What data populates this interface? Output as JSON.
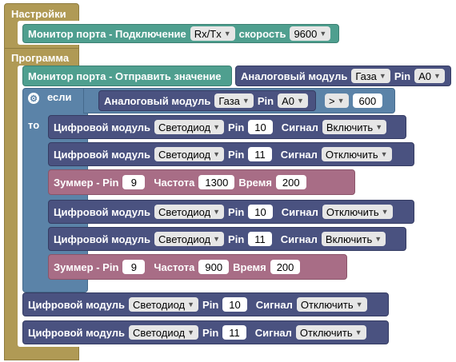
{
  "settings": {
    "label": "Настройки"
  },
  "serial_connect": {
    "label": "Монитор порта - Подключение",
    "port": "Rx/Tx",
    "speed_label": "скорость",
    "speed": "9600"
  },
  "program": {
    "label": "Программа"
  },
  "serial_send": {
    "label": "Монитор порта - Отправить значение",
    "module": "Аналоговый модуль",
    "type": "Газа",
    "pin_label": "Pin",
    "pin": "A0"
  },
  "if_block": {
    "if_label": "если",
    "then_label": "то",
    "module": "Аналоговый модуль",
    "type": "Газа",
    "pin_label": "Pin",
    "pin": "A0",
    "op": ">",
    "value": "600"
  },
  "blocks": [
    {
      "module": "Цифровой модуль",
      "device": "Светодиод",
      "pin_label": "Pin",
      "pin": "10",
      "signal_label": "Сигнал",
      "signal": "Включить"
    },
    {
      "module": "Цифровой модуль",
      "device": "Светодиод",
      "pin_label": "Pin",
      "pin": "11",
      "signal_label": "Сигнал",
      "signal": "Отключить"
    },
    {
      "module": "Зуммер - Pin",
      "pin": "9",
      "freq_label": "Частота",
      "freq": "1300",
      "time_label": "Время",
      "time": "200"
    },
    {
      "module": "Цифровой модуль",
      "device": "Светодиод",
      "pin_label": "Pin",
      "pin": "10",
      "signal_label": "Сигнал",
      "signal": "Отключить"
    },
    {
      "module": "Цифровой модуль",
      "device": "Светодиод",
      "pin_label": "Pin",
      "pin": "11",
      "signal_label": "Сигнал",
      "signal": "Включить"
    },
    {
      "module": "Зуммер - Pin",
      "pin": "9",
      "freq_label": "Частота",
      "freq": "900",
      "time_label": "Время",
      "time": "200"
    },
    {
      "module": "Цифровой модуль",
      "device": "Светодиод",
      "pin_label": "Pin",
      "pin": "10",
      "signal_label": "Сигнал",
      "signal": "Отключить"
    },
    {
      "module": "Цифровой модуль",
      "device": "Светодиод",
      "pin_label": "Pin",
      "pin": "11",
      "signal_label": "Сигнал",
      "signal": "Отключить"
    }
  ]
}
